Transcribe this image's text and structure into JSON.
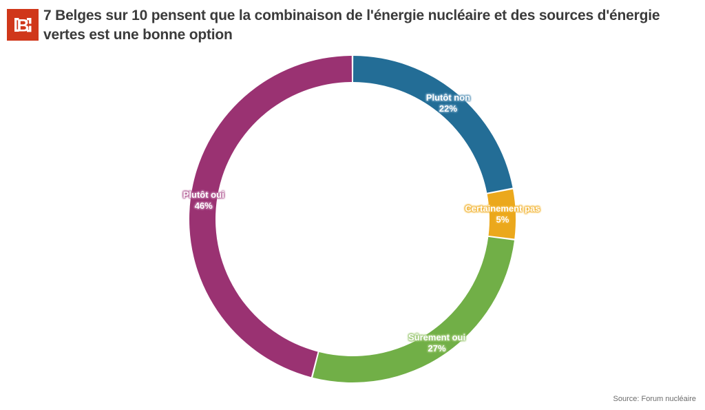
{
  "header": {
    "logo": {
      "bg_color": "#D0371A",
      "glyph": "[B]"
    },
    "title": "7 Belges sur 10 pensent que la combinaison de l'énergie nucléaire et des sources d'énergie vertes est une bonne option"
  },
  "chart_data": {
    "type": "pie",
    "subtype": "donut",
    "start_angle_deg": 0,
    "direction": "clockwise",
    "unit": "%",
    "legend": "none",
    "segments": [
      {
        "label": "Plutôt non",
        "value": 22,
        "pct_label": "22%",
        "color": "#236D96",
        "halo": "#6FA2C1"
      },
      {
        "label": "Certainement pas",
        "value": 5,
        "pct_label": "5%",
        "color": "#EBA81C",
        "halo": "#F2B83F"
      },
      {
        "label": "Sûrement oui",
        "value": 27,
        "pct_label": "27%",
        "color": "#71AF47",
        "halo": "#A3CC7F"
      },
      {
        "label": "Plutôt oui",
        "value": 46,
        "pct_label": "46%",
        "color": "#9A3272",
        "halo": "#BC72A3"
      }
    ]
  },
  "footer": {
    "source": "Source: Forum nucléaire"
  }
}
